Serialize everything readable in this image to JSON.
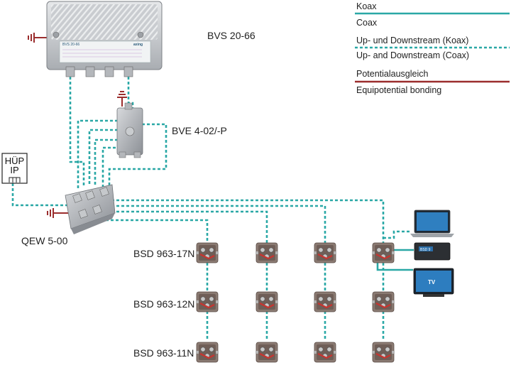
{
  "legend": {
    "items": [
      {
        "label_de": "Koax",
        "label_en": "Coax",
        "style": "solid",
        "color": "#2aa8a6"
      },
      {
        "label_de": "Up- und Downstream (Koax)",
        "label_en": "Up- and Downstream (Coax)",
        "style": "dashed",
        "color": "#2aa8a6"
      },
      {
        "label_de": "Potentialausgleich",
        "label_en": "Equipotential bonding",
        "style": "solid",
        "color": "#9b2d2d"
      }
    ]
  },
  "devices": {
    "amplifier": "BVS 20-66",
    "amplifier_plate": "BVS 20-66",
    "amplifier_brand": "axing",
    "splitter_small": "BVE 4-02/-P",
    "splitter_main": "QEW 5-00",
    "hup_line1": "HÜP",
    "hup_line2": "IP",
    "sockets": [
      "BSD 963-17N",
      "BSD 963-12N",
      "BSD 963-11N"
    ],
    "tv_label": "TV",
    "receiver_display": "BSD 9"
  },
  "colors": {
    "coax": "#2aa8a6",
    "bonding": "#9b2d2d"
  }
}
